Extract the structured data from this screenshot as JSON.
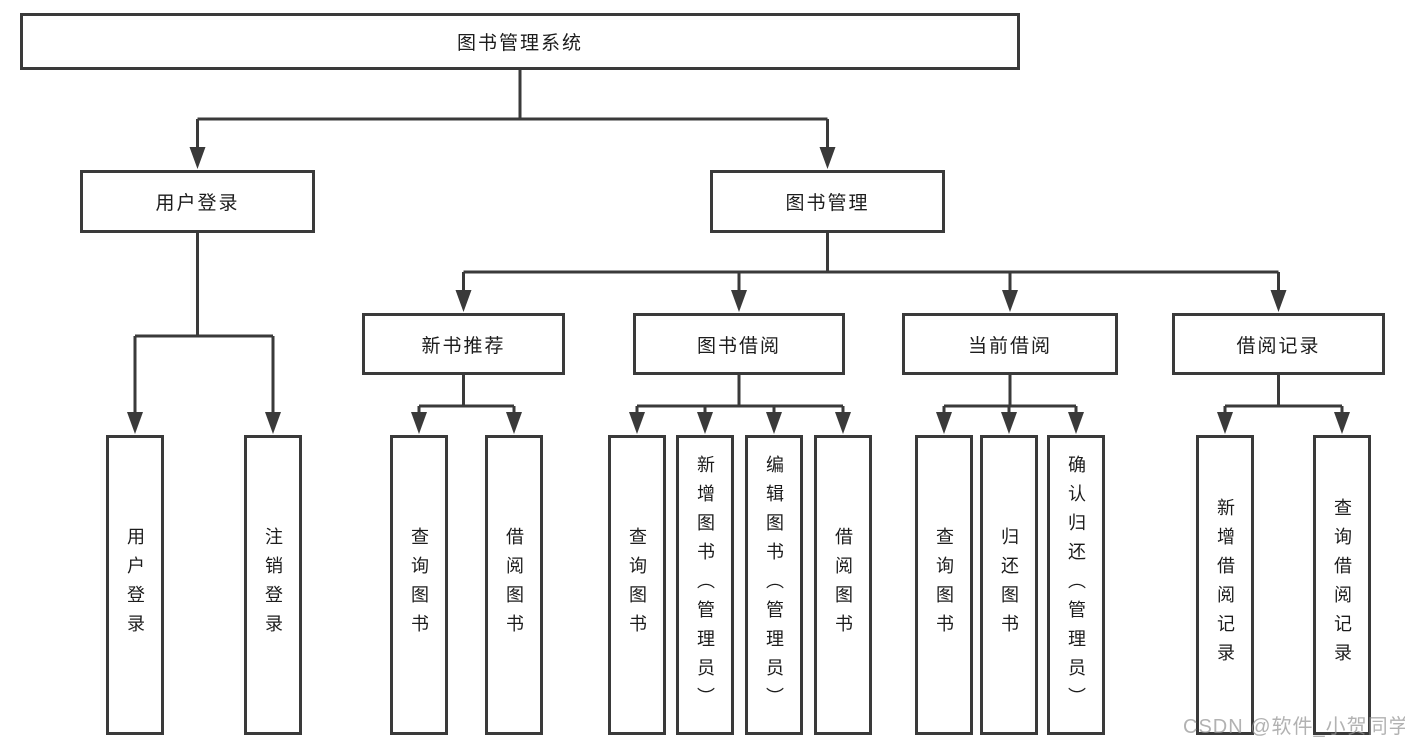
{
  "diagram_title": "图书管理系统",
  "nodes": {
    "root": {
      "label": "图书管理系统"
    },
    "user_login": {
      "label": "用户登录"
    },
    "book_management": {
      "label": "图书管理"
    },
    "new_book_recommend": {
      "label": "新书推荐"
    },
    "book_borrow": {
      "label": "图书借阅"
    },
    "current_borrow": {
      "label": "当前借阅"
    },
    "borrow_record": {
      "label": "借阅记录"
    },
    "leaf_user_login": {
      "label": "用户登录"
    },
    "leaf_logout": {
      "label": "注销登录"
    },
    "leaf_query_book_rec": {
      "label": "查询图书"
    },
    "leaf_borrow_book_rec": {
      "label": "借阅图书"
    },
    "leaf_query_book_bor": {
      "label": "查询图书"
    },
    "leaf_add_book_admin": {
      "label": "新增图书（管理员）"
    },
    "leaf_edit_book_admin": {
      "label": "编辑图书（管理员）"
    },
    "leaf_borrow_book_bor": {
      "label": "借阅图书"
    },
    "leaf_query_book_cur": {
      "label": "查询图书"
    },
    "leaf_return_book": {
      "label": "归还图书"
    },
    "leaf_confirm_return_admin": {
      "label": "确认归还（管理员）"
    },
    "leaf_add_borrow_record": {
      "label": "新增借阅记录"
    },
    "leaf_query_borrow_record": {
      "label": "查询借阅记录"
    }
  },
  "hierarchy": {
    "图书管理系统": [
      "用户登录",
      "图书管理"
    ],
    "用户登录": [
      "用户登录",
      "注销登录"
    ],
    "图书管理": [
      "新书推荐",
      "图书借阅",
      "当前借阅",
      "借阅记录"
    ],
    "新书推荐": [
      "查询图书",
      "借阅图书"
    ],
    "图书借阅": [
      "查询图书",
      "新增图书（管理员）",
      "编辑图书（管理员）",
      "借阅图书"
    ],
    "当前借阅": [
      "查询图书",
      "归还图书",
      "确认归还（管理员）"
    ],
    "借阅记录": [
      "新增借阅记录",
      "查询借阅记录"
    ]
  },
  "watermark": {
    "text": "CSDN @软件_小贺同学"
  },
  "colors": {
    "line": "#3a3a3a",
    "box_border": "#3a3a3a",
    "background": "#ffffff",
    "text": "#1c1c1c",
    "watermark": "#949494"
  }
}
